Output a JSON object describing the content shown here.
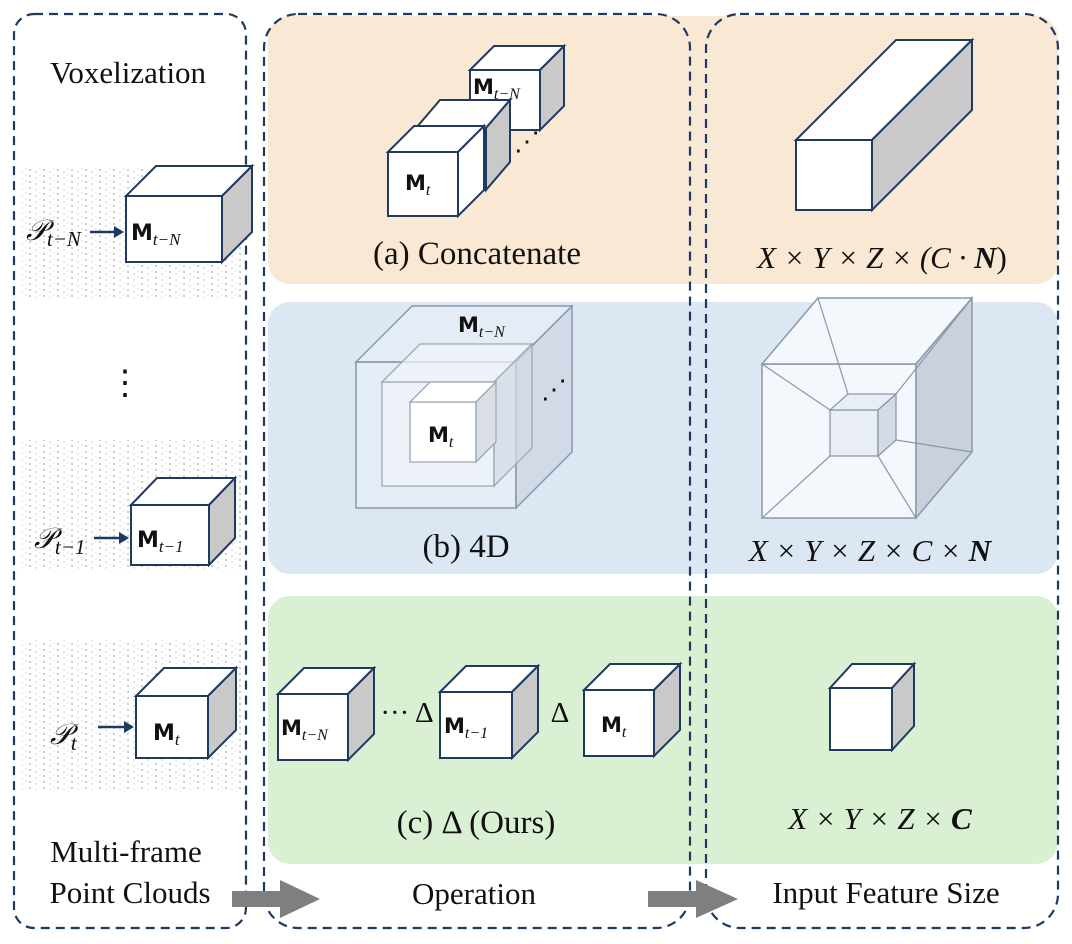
{
  "columns": {
    "left_title": "Voxelization",
    "left_footer_line1": "Multi-frame",
    "left_footer_line2": "Point Clouds",
    "middle_footer": "Operation",
    "right_footer": "Input Feature Size"
  },
  "frames": [
    {
      "point_label": "𝒫",
      "point_sub": "t−N",
      "map_label": "M",
      "map_sub": "t−N"
    },
    {
      "ellipsis": "⋮"
    },
    {
      "point_label": "𝒫",
      "point_sub": "t−1",
      "map_label": "M",
      "map_sub": "t−1"
    },
    {
      "point_label": "𝒫",
      "point_sub": "t",
      "map_label": "M",
      "map_sub": "t"
    }
  ],
  "operations": {
    "concatenate": {
      "caption": "(a) Concatenate",
      "cube_front": {
        "label": "M",
        "sub": "t"
      },
      "cube_back": {
        "label": "M",
        "sub": "t−N"
      },
      "ellipsis": "⋰",
      "size_main": "X × Y × Z × (C · ",
      "size_bold": "N",
      "size_end": ")"
    },
    "four_d": {
      "caption": "(b) 4D",
      "cube_inner": {
        "label": "M",
        "sub": "t"
      },
      "cube_outer": {
        "label": "M",
        "sub": "t−N"
      },
      "ellipsis": "⋰",
      "size_main": "X × Y × Z × C × ",
      "size_bold": "N"
    },
    "delta": {
      "caption": "(c) Δ (Ours)",
      "cube_1": {
        "label": "M",
        "sub": "t−N"
      },
      "cube_2": {
        "label": "M",
        "sub": "t−1"
      },
      "cube_3": {
        "label": "M",
        "sub": "t"
      },
      "sep_1": "··· Δ",
      "sep_2": "Δ",
      "size_main": "X × Y × Z × ",
      "size_bold": "C"
    }
  },
  "colors": {
    "concat_bg": "#F9E8D4",
    "fourd_bg": "#DCE7F4",
    "delta_bg": "#DAF0D2",
    "cube_edge": "#1F3A5F",
    "cube_side": "#C9C9C9",
    "dash": "#1F3A5F",
    "arrow": "#7F7F7F"
  }
}
